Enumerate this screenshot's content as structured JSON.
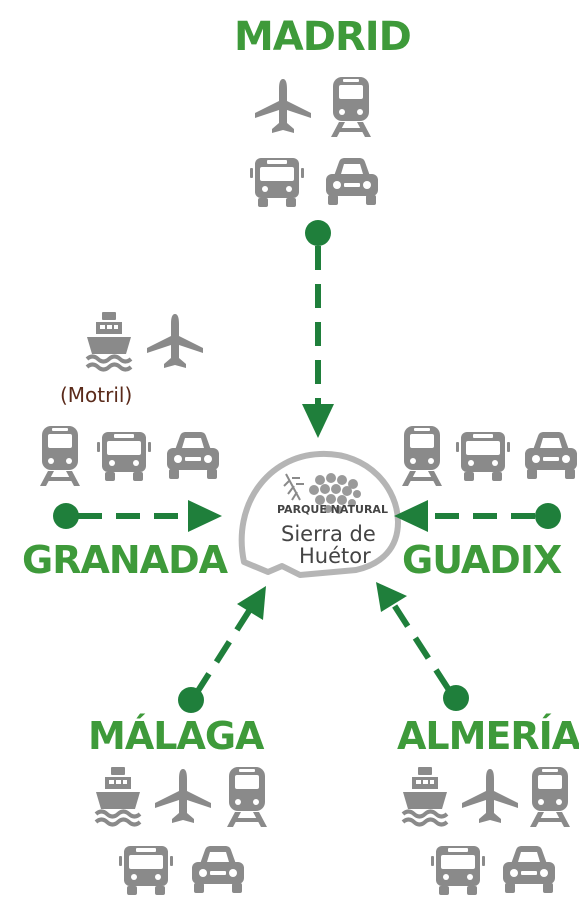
{
  "destination": {
    "logo_line1": "PARQUE NATURAL",
    "logo_line2": "Sierra de",
    "logo_line3": "Huétor"
  },
  "origins": {
    "madrid": {
      "name": "MADRID",
      "transport": [
        "plane-icon",
        "train-icon",
        "bus-icon",
        "car-icon"
      ]
    },
    "granada": {
      "name": "GRANADA",
      "note": "(Motril)",
      "transport": [
        "ship-icon",
        "plane-icon",
        "train-icon",
        "bus-icon",
        "car-icon"
      ]
    },
    "guadix": {
      "name": "GUADIX",
      "transport": [
        "train-icon",
        "bus-icon",
        "car-icon"
      ]
    },
    "malaga": {
      "name": "MÁLAGA",
      "transport": [
        "ship-icon",
        "plane-icon",
        "train-icon",
        "bus-icon",
        "car-icon"
      ]
    },
    "almeria": {
      "name": "ALMERÍA",
      "transport": [
        "ship-icon",
        "plane-icon",
        "train-icon",
        "bus-icon",
        "car-icon"
      ]
    }
  },
  "colors": {
    "green": "#1f7f3b",
    "label_green": "#3e9a3a",
    "icon_gray": "#8a8a8a",
    "logo_gray": "#b5b5b5"
  }
}
